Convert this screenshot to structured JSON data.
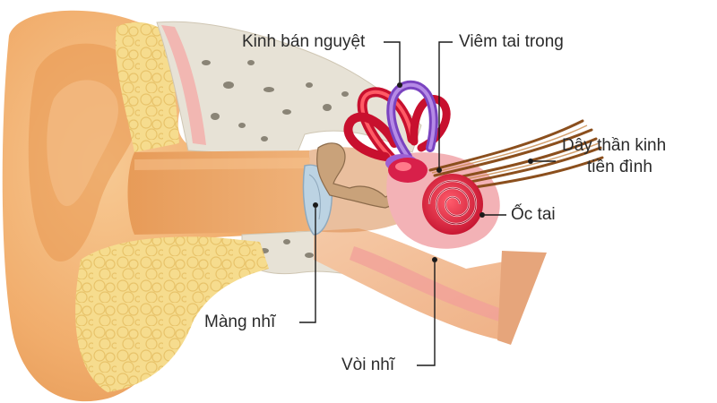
{
  "labels": {
    "semicircular": "Kinh bán nguyệt",
    "inner_ear_inflammation": "Viêm tai trong",
    "vestibular_nerve_line1": "Dây thần kinh",
    "vestibular_nerve_line2": "tiền đình",
    "cochlea": "Ốc tai",
    "eardrum": "Màng nhĩ",
    "eustachian_tube": "Vòi nhĩ"
  },
  "colors": {
    "skin": "#f3b57a",
    "canal": "#e9a05c",
    "bone": "#e7e2d6",
    "fat": "#f6dc8e",
    "canal_pink": "#f2b7b2",
    "semicircular": "#c8102e",
    "purple": "#8a4fc8",
    "nerve": "#9a5a24",
    "leader": "#1a1a1a"
  }
}
